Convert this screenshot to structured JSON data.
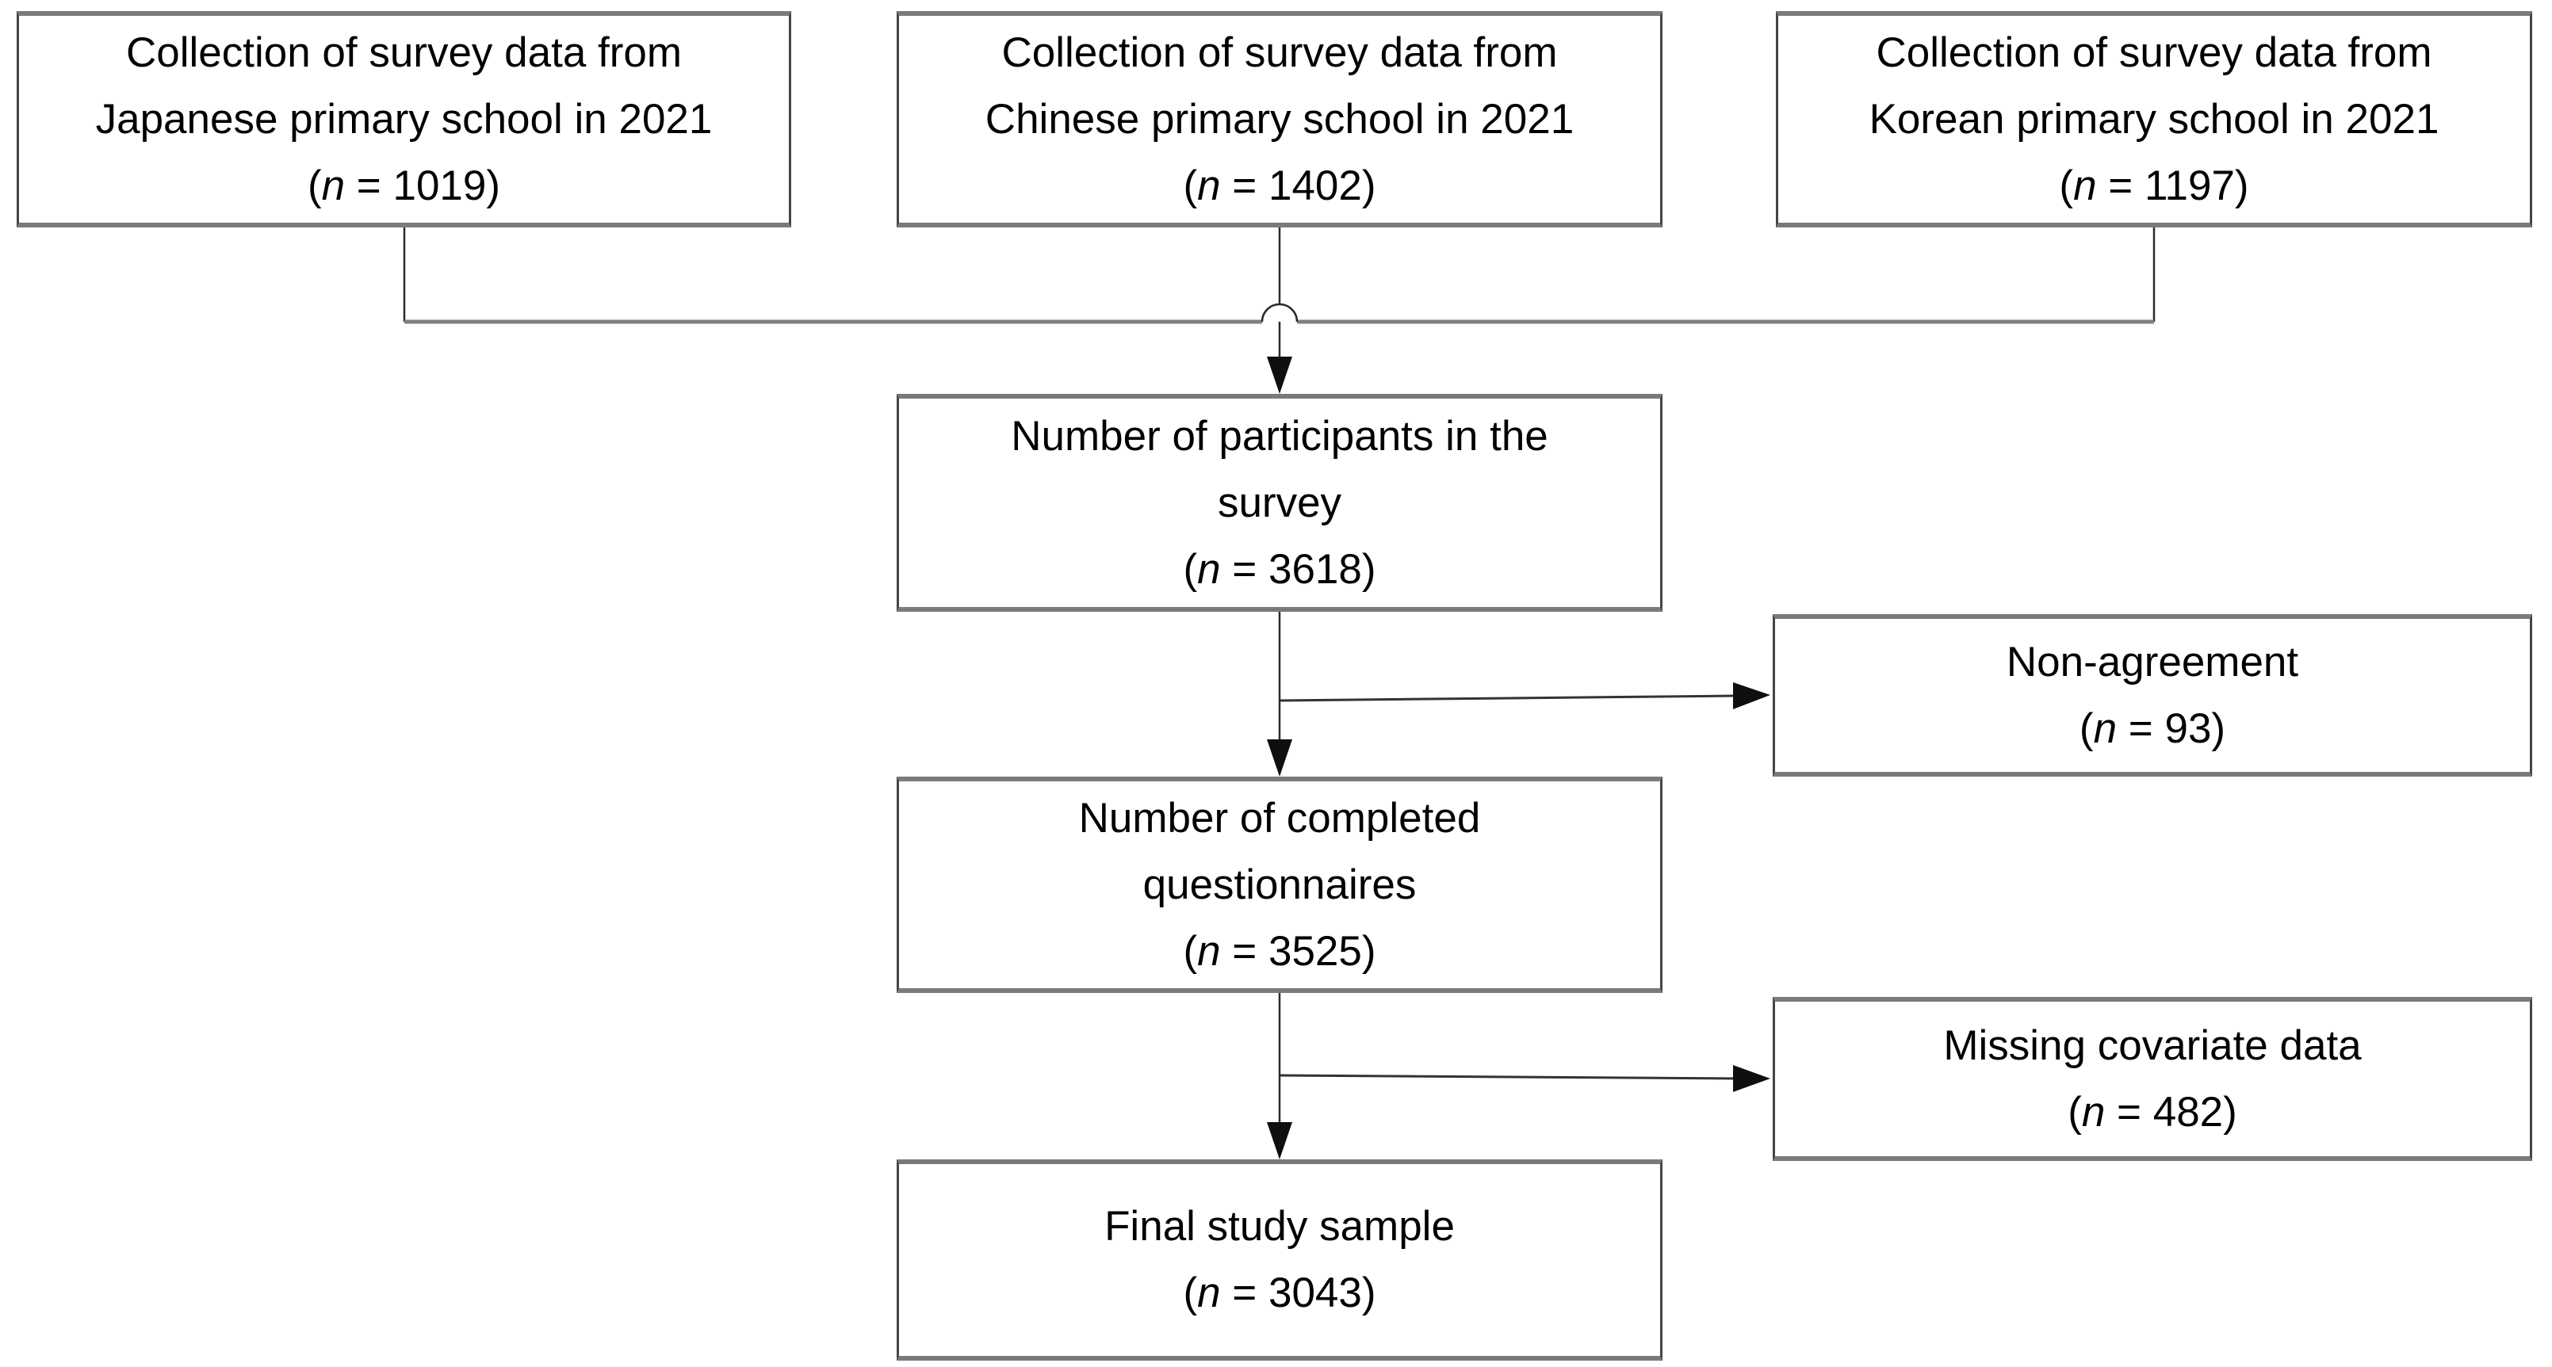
{
  "figure": {
    "boxes": {
      "japan": {
        "line1": "Collection of survey data from",
        "line2": "Japanese primary school in 2021",
        "n": "(n = 1019)"
      },
      "china": {
        "line1": "Collection of survey data from",
        "line2": "Chinese primary school in 2021",
        "n": "(n = 1402)"
      },
      "korea": {
        "line1": "Collection of survey data from",
        "line2": "Korean primary school in 2021",
        "n": "(n = 1197)"
      },
      "participants": {
        "line1": "Number of participants in the",
        "line2": "survey",
        "n": "(n = 3618)"
      },
      "non_agreement": {
        "line1": "Non-agreement",
        "n": "(n = 93)"
      },
      "questionnaires": {
        "line1": "Number of completed",
        "line2": "questionnaires",
        "n": "(n = 3525)"
      },
      "missing": {
        "line1": "Missing covariate data",
        "n": "(n = 482)"
      },
      "final": {
        "line1": "Final study sample",
        "n": "(n = 3043)"
      }
    },
    "colors": {
      "background": "#ffffff",
      "text": "#000000",
      "box_border_top_bottom": "#7a7a7a",
      "box_border_sides": "#454545",
      "connector_line": "#2b2b2b",
      "merge_line": "#7f7f7f",
      "arrowhead": "#0f0f0f"
    }
  }
}
